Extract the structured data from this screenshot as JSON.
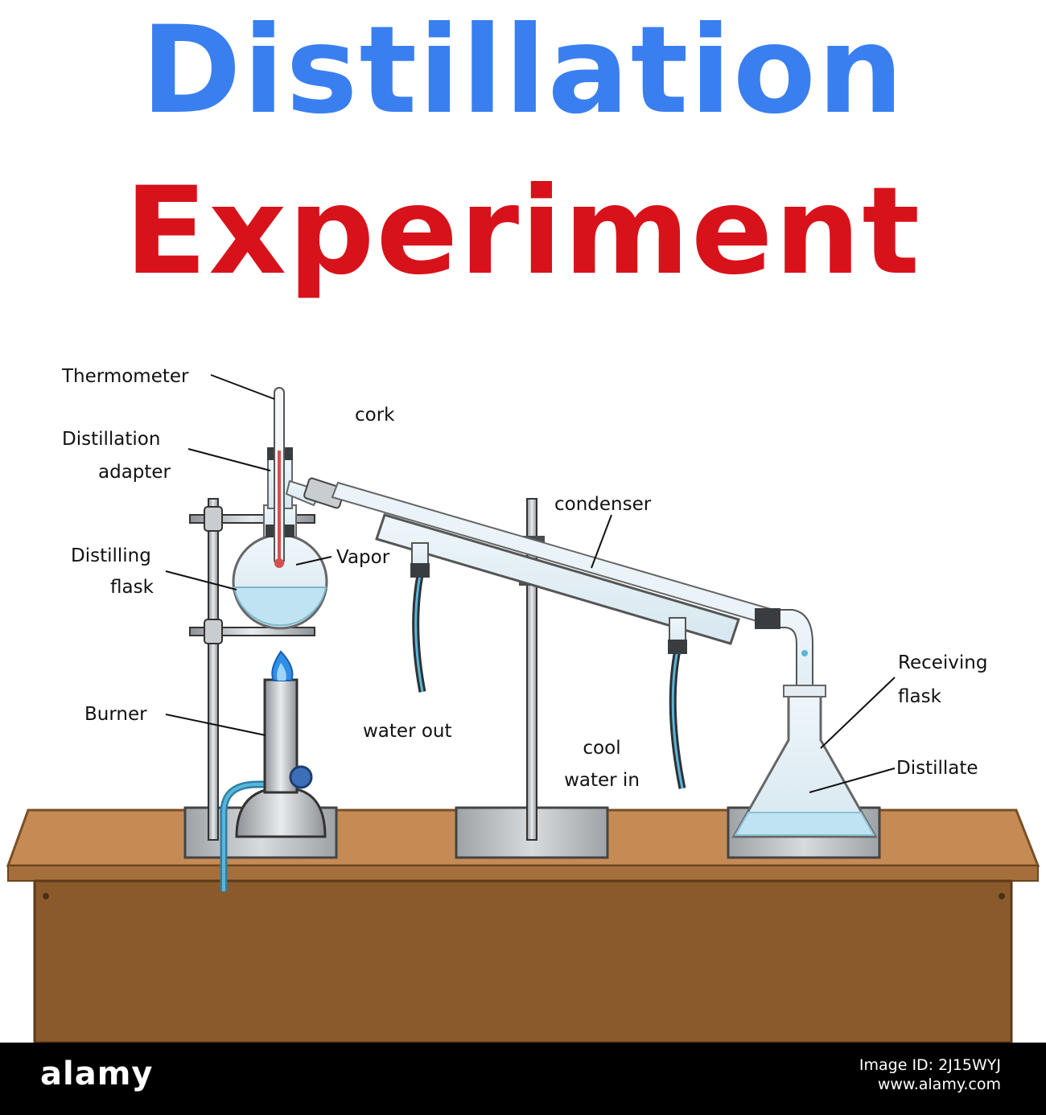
{
  "title": {
    "line1": "Distillation",
    "line2": "Experiment"
  },
  "labels": {
    "thermometer": "Thermometer",
    "cork": "cork",
    "distillation_adapter_1": "Distillation",
    "distillation_adapter_2": "adapter",
    "distilling_flask_1": "Distilling",
    "distilling_flask_2": "flask",
    "vapor": "Vapor",
    "condenser": "condenser",
    "burner": "Burner",
    "water_out": "water out",
    "cool_water_in_1": "cool",
    "cool_water_in_2": "water in",
    "receiving_flask_1": "Receiving",
    "receiving_flask_2": "flask",
    "distillate": "Distillate"
  },
  "footer": {
    "logo": "alamy",
    "image_id_label": "Image ID: 2J15WYJ",
    "url": "www.alamy.com"
  },
  "colors": {
    "title_blue": "#3a7ff0",
    "title_red": "#d8121a",
    "table_top": "#c68b55",
    "table_body": "#8b5a2b",
    "liquid": "#bfe3f2",
    "flame": "#2f8ee8"
  }
}
